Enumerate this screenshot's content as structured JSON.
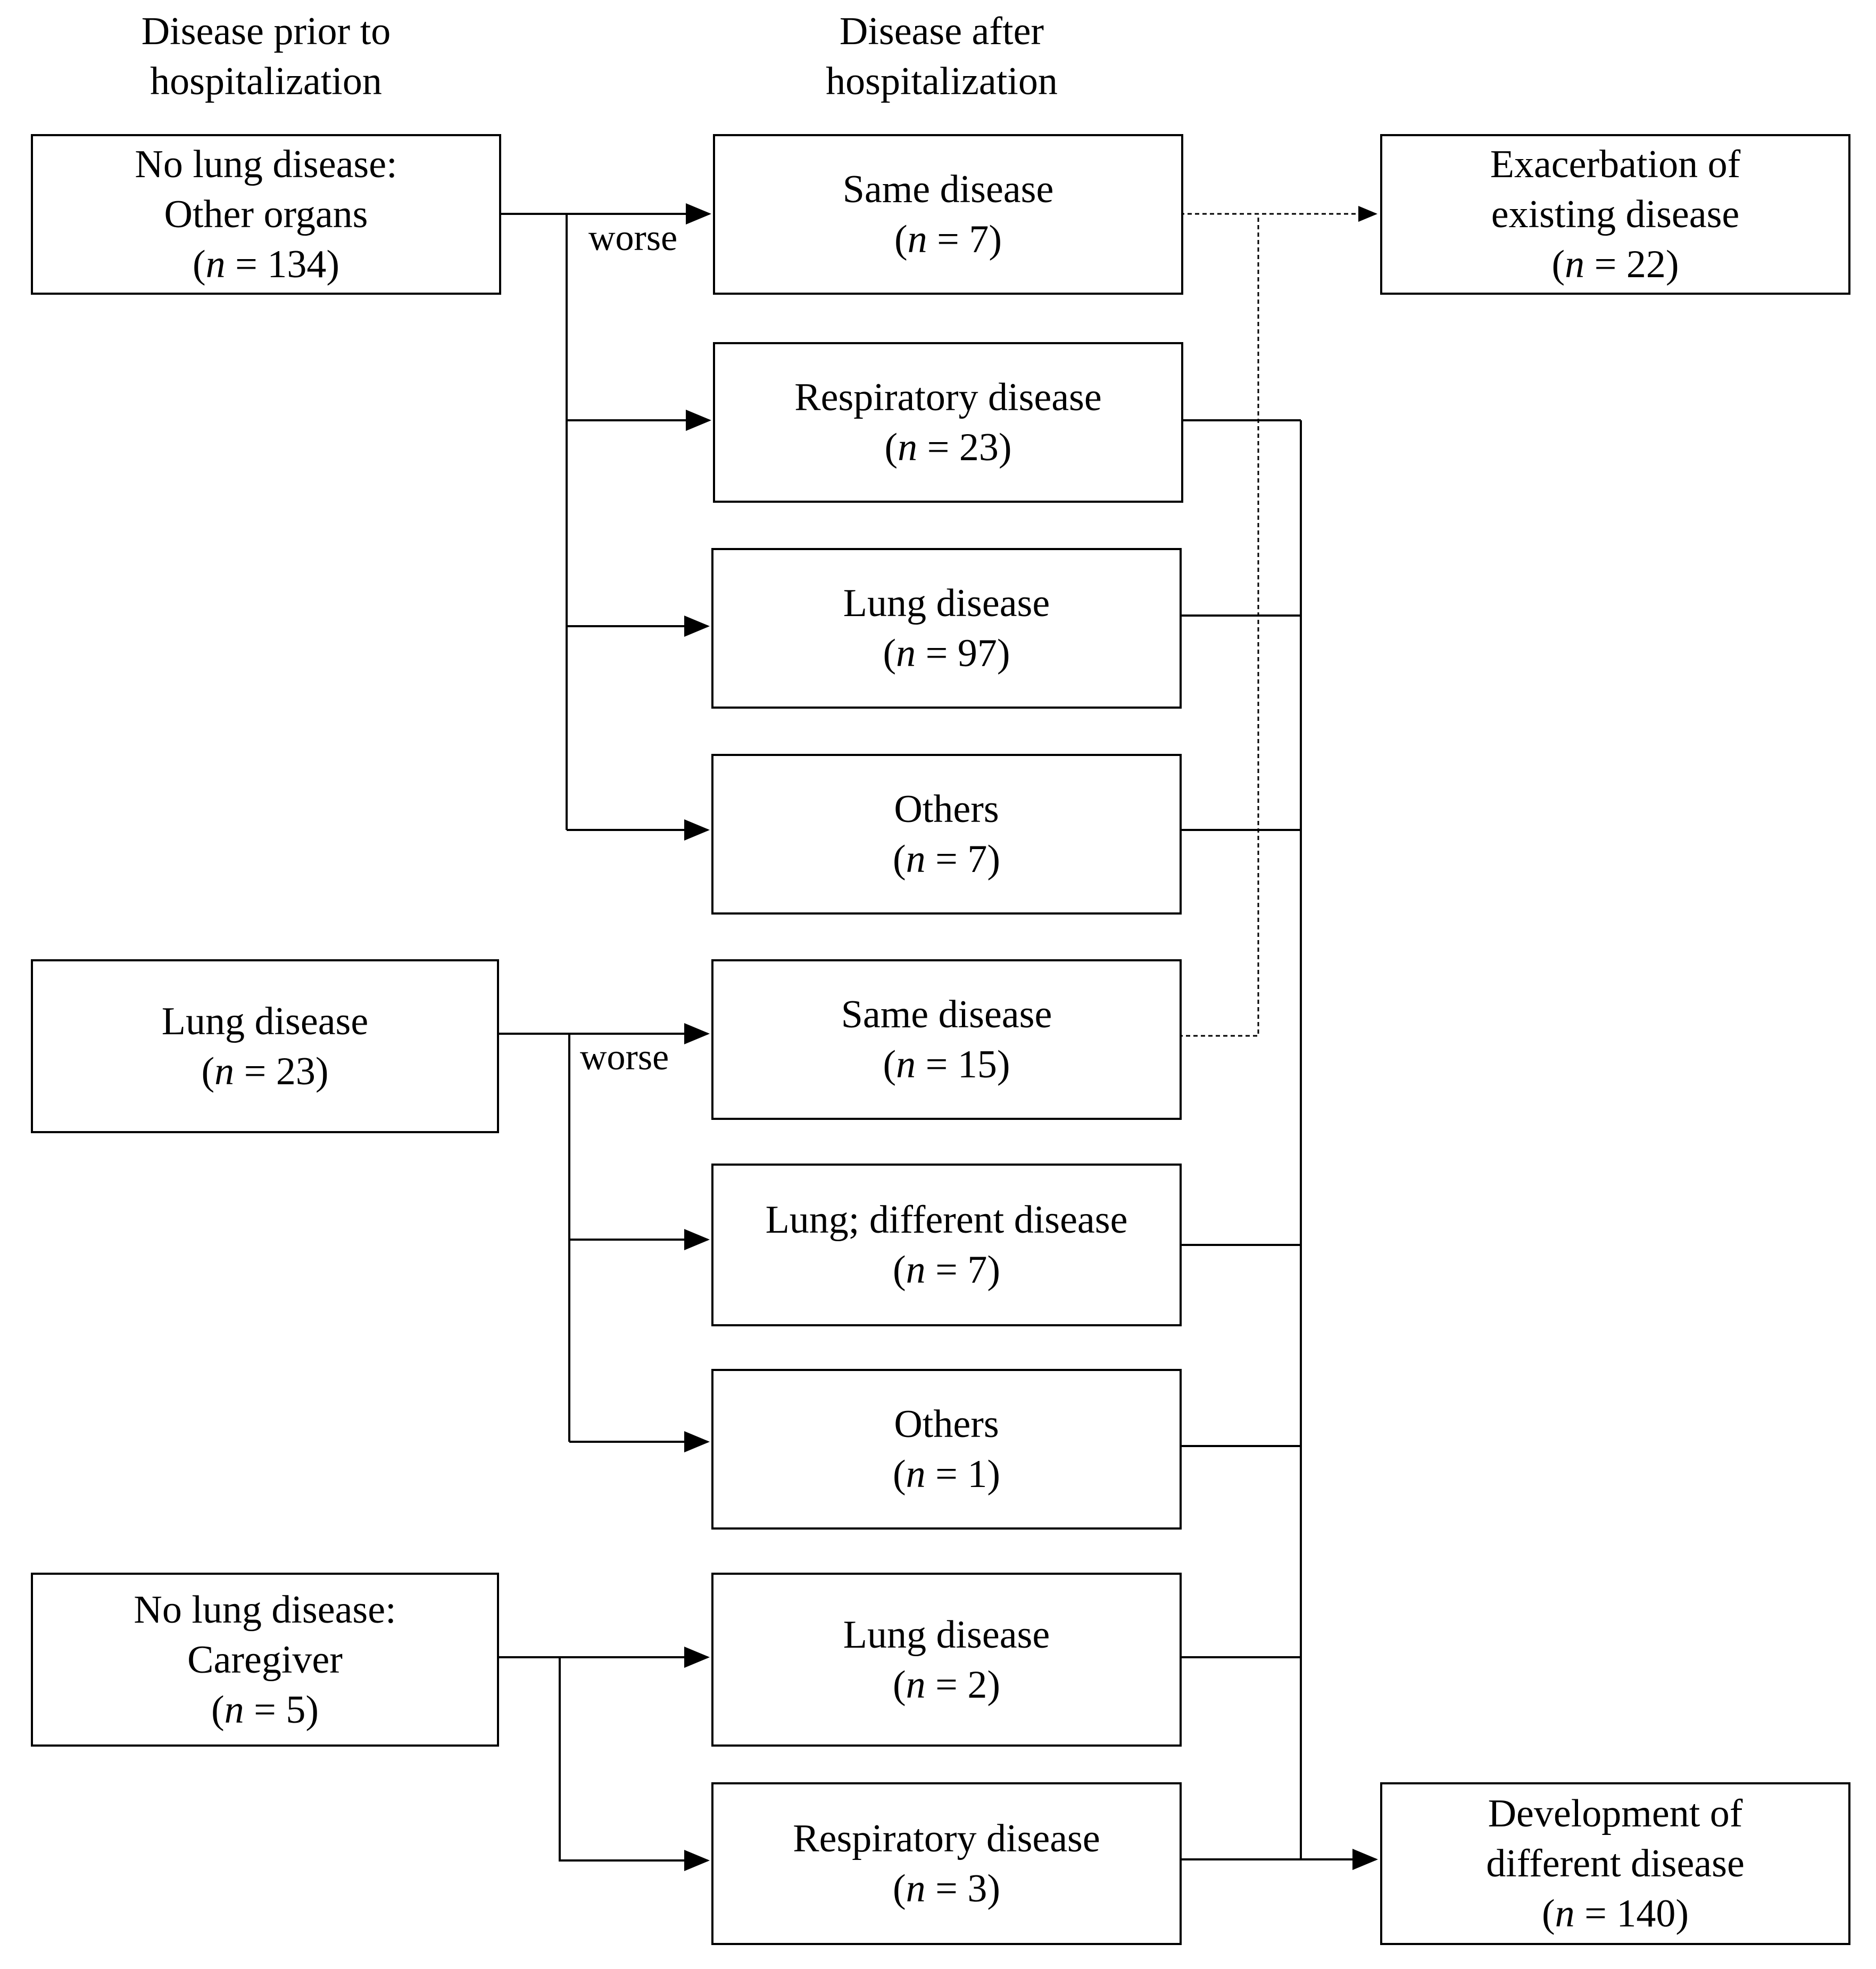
{
  "headers": {
    "prior_line1": "Disease prior to",
    "prior_line2": "hospitalization",
    "after_line1": "Disease after",
    "after_line2": "hospitalization"
  },
  "sources": {
    "other_organs": {
      "line1": "No lung disease:",
      "line2": "Other organs",
      "n_italic": "n",
      "n_rest": " = 134)"
    },
    "lung": {
      "line1": "Lung disease",
      "n_italic": "n",
      "n_rest": " = 23)"
    },
    "caregiver": {
      "line1": "No lung disease:",
      "line2": "Caregiver",
      "n_italic": "n",
      "n_rest": " = 5)"
    }
  },
  "after": {
    "same_1": {
      "label": "Same disease",
      "n_italic": "n",
      "n_rest": " = 7)"
    },
    "resp_1": {
      "label": "Respiratory disease",
      "n_italic": "n",
      "n_rest": " = 23)"
    },
    "lung_1": {
      "label": "Lung disease",
      "n_italic": "n",
      "n_rest": " = 97)"
    },
    "others_1": {
      "label": "Others",
      "n_italic": "n",
      "n_rest": " = 7)"
    },
    "same_2": {
      "label": "Same disease",
      "n_italic": "n",
      "n_rest": " = 15)"
    },
    "lung_diff": {
      "label": "Lung; different disease",
      "n_italic": "n",
      "n_rest": " = 7)"
    },
    "others_2": {
      "label": "Others",
      "n_italic": "n",
      "n_rest": " = 1)"
    },
    "lung_3": {
      "label": "Lung disease",
      "n_italic": "n",
      "n_rest": " = 2)"
    },
    "resp_3": {
      "label": "Respiratory disease",
      "n_italic": "n",
      "n_rest": " = 3)"
    }
  },
  "outcomes": {
    "exacerbation": {
      "line1": "Exacerbation of",
      "line2": "existing disease",
      "n_italic": "n",
      "n_rest": " = 22)"
    },
    "development": {
      "line1": "Development of",
      "line2": "different disease",
      "n_italic": "n",
      "n_rest": " = 140)"
    }
  },
  "edge_labels": {
    "worse_1": "worse",
    "worse_2": "worse"
  },
  "edge_styles": {
    "solid": "solid",
    "dashed": "dashed"
  }
}
